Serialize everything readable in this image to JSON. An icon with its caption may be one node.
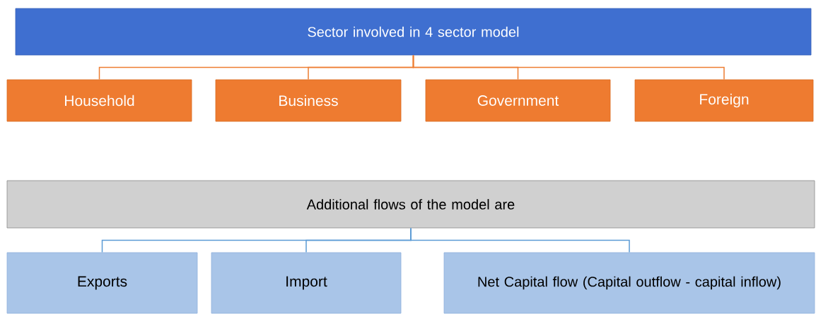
{
  "diagram": {
    "nodes": [
      {
        "text": [
          "Sector involved in 4 sector model"
        ]
      },
      {
        "text": [
          "Household"
        ]
      },
      {
        "text": [
          "Business"
        ]
      },
      {
        "text": [
          "Government"
        ]
      },
      {
        "text": [
          "Foreign"
        ]
      },
      {
        "text": [
          "Additional flows of the model are"
        ]
      },
      {
        "text": [
          "Exports"
        ]
      },
      {
        "text": [
          "Import"
        ]
      },
      {
        "text": [
          "Net Capital flow (Capital outflow - capital inflow)"
        ]
      }
    ],
    "edges": [
      {
        "from": 0,
        "to": 1,
        "arrow": "none",
        "color": "#ed7d31"
      },
      {
        "from": 0,
        "to": 2,
        "arrow": "none",
        "color": "#ed7d31"
      },
      {
        "from": 0,
        "to": 3,
        "arrow": "none",
        "color": "#ed7d31"
      },
      {
        "from": 0,
        "to": 4,
        "arrow": "none",
        "color": "#ed7d31"
      },
      {
        "from": 5,
        "to": 6,
        "arrow": "none",
        "color": "#5b9bd5"
      },
      {
        "from": 5,
        "to": 7,
        "arrow": "none",
        "color": "#5b9bd5"
      },
      {
        "from": 5,
        "to": 8,
        "arrow": "none",
        "color": "#5b9bd5"
      }
    ]
  }
}
